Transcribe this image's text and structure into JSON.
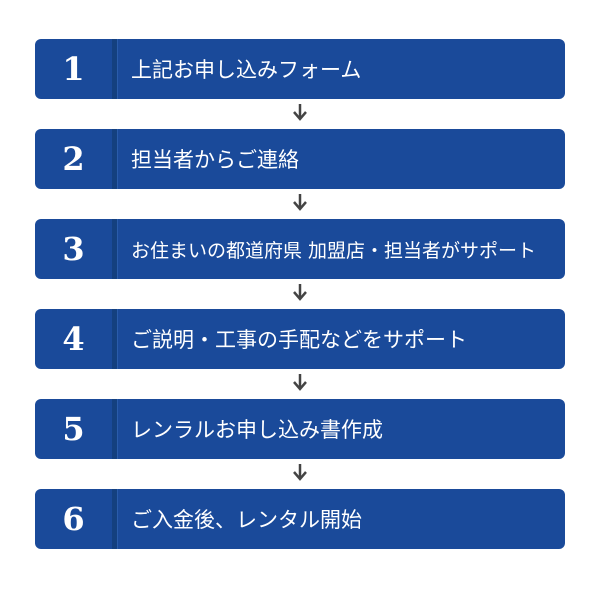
{
  "steps": [
    {
      "number": "1",
      "label": "上記お申し込みフォーム"
    },
    {
      "number": "2",
      "label": "担当者からご連絡"
    },
    {
      "number": "3",
      "label": "お住まいの都道府県 加盟店・担当者がサポート"
    },
    {
      "number": "4",
      "label": "ご説明・工事の手配などをサポート"
    },
    {
      "number": "5",
      "label": "レンラルお申し込み書作成"
    },
    {
      "number": "6",
      "label": "ご入金後、レンタル開始"
    }
  ],
  "colors": {
    "box": "#1a4a9a",
    "divider": "#14407f",
    "arrow": "#444444",
    "text": "#ffffff"
  },
  "icons": {
    "connector": "down-arrow-icon"
  }
}
